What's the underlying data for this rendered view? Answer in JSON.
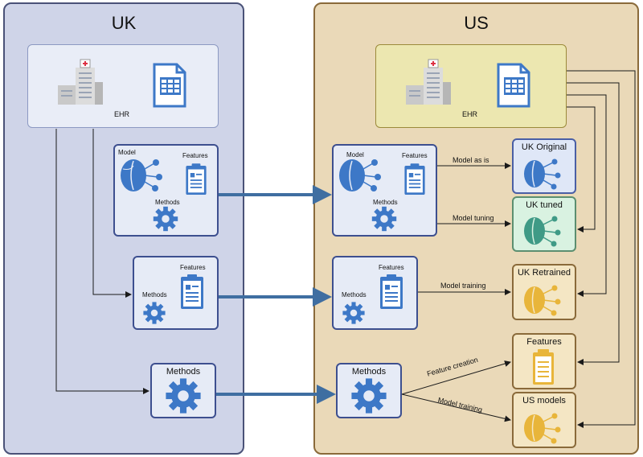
{
  "regions": {
    "uk": "UK",
    "us": "US"
  },
  "labels": {
    "ehr": "EHR",
    "model": "Model",
    "features": "Features",
    "methods": "Methods"
  },
  "outputs": {
    "uk_original": "UK Original",
    "uk_tuned": "UK tuned",
    "uk_retrained": "UK Retrained",
    "features": "Features",
    "us_models": "US models"
  },
  "edges": {
    "model_as_is": "Model as is",
    "model_tuning": "Model tuning",
    "model_training": "Model training",
    "feature_creation": "Feature creation",
    "model_training_2": "Model training"
  },
  "colors": {
    "uk_panel": "#cfd4e8",
    "us_panel": "#ead9b8",
    "arrow": "#3f6ea1",
    "icon_blue": "#3d78c7",
    "icon_teal": "#3f9a86",
    "icon_yellow": "#e8b53a"
  }
}
